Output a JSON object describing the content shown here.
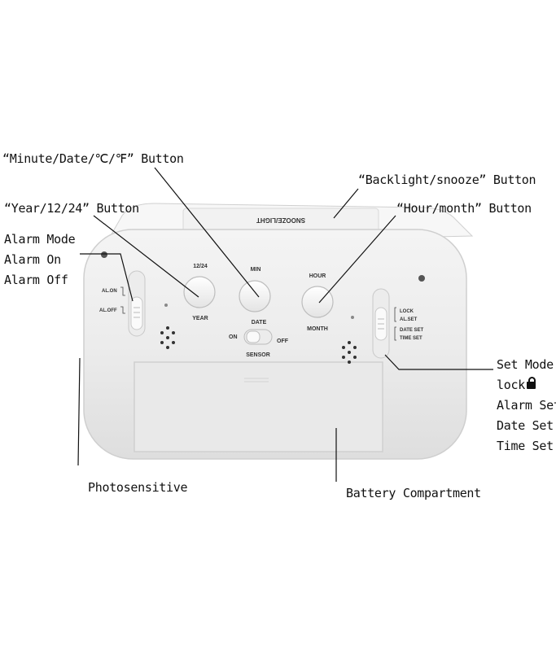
{
  "device": {
    "top_label": "SNOOZE/LIGHT",
    "left_switch": {
      "on_label": "AL.ON",
      "off_label": "AL.OFF"
    },
    "right_switch": {
      "labels": [
        "LOCK",
        "AL.SET",
        "DATE SET",
        "TIME SET"
      ]
    },
    "buttons": {
      "year": {
        "top": "12/24",
        "bottom": "YEAR"
      },
      "min": {
        "top": "MIN",
        "bottom": "DATE"
      },
      "hour": {
        "top": "HOUR",
        "bottom": "MONTH"
      }
    },
    "sensor": {
      "on": "ON",
      "off": "OFF",
      "label": "SENSOR"
    }
  },
  "callouts": {
    "minute_date": "“Minute/Date/℃/℉” Button",
    "backlight": "“Backlight/snooze” Button",
    "year": "“Year/12/24” Button",
    "hour": "“Hour/month” Button",
    "alarm": [
      "Alarm Mode",
      "Alarm On",
      "Alarm Off"
    ],
    "set_mode": [
      "Set Mode",
      "lock",
      "Alarm Set",
      "Date Set",
      "Time Set"
    ],
    "photosensitive": "Photosensitive",
    "battery": "Battery Compartment"
  },
  "icons": {
    "lock": "padlock-icon"
  }
}
